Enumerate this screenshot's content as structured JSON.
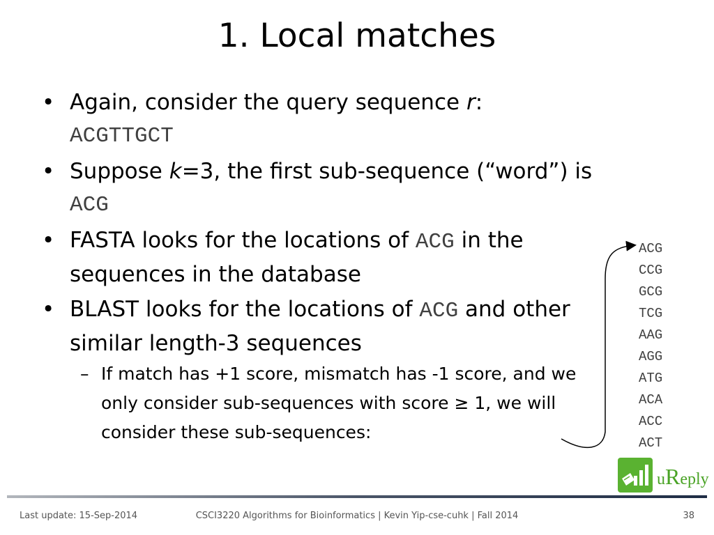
{
  "slide": {
    "title": "1. Local matches",
    "bullets": {
      "b1": {
        "text": "Again, consider the query sequence ",
        "var": "r",
        "colon": ":",
        "seq": "ACGTTGCT"
      },
      "b2": {
        "pre": "Suppose ",
        "var": "k",
        "mid": "=3, the first sub-sequence (“word”) is ",
        "seq": "ACG"
      },
      "b3": {
        "pre": "FASTA looks for the locations of ",
        "seq": "ACG",
        "post": " in the sequences in the database"
      },
      "b4": {
        "pre": "BLAST looks for the locations of ",
        "seq": "ACG",
        "post": " and other similar length-3 sequences"
      },
      "sub": {
        "text": "If match has +1 score, mismatch has -1 score, and we only consider sub-sequences with score ",
        "geq": "≥",
        "post": " 1, we will consider these sub-sequences:"
      }
    },
    "sequences": [
      "ACG",
      "CCG",
      "GCG",
      "TCG",
      "AAG",
      "AGG",
      "ATG",
      "ACA",
      "ACC",
      "ACT"
    ],
    "bullet_char": "•",
    "dash_char": "–"
  },
  "logo": {
    "brand_u": "u",
    "brand_r": "R",
    "brand_rest": "eply",
    "color": "#5ab231"
  },
  "footer": {
    "left": "Last update: 15-Sep-2014",
    "center": "CSCI3220 Algorithms for Bioinformatics |  Kevin Yip-cse-cuhk | Fall 2014",
    "page": "38"
  }
}
